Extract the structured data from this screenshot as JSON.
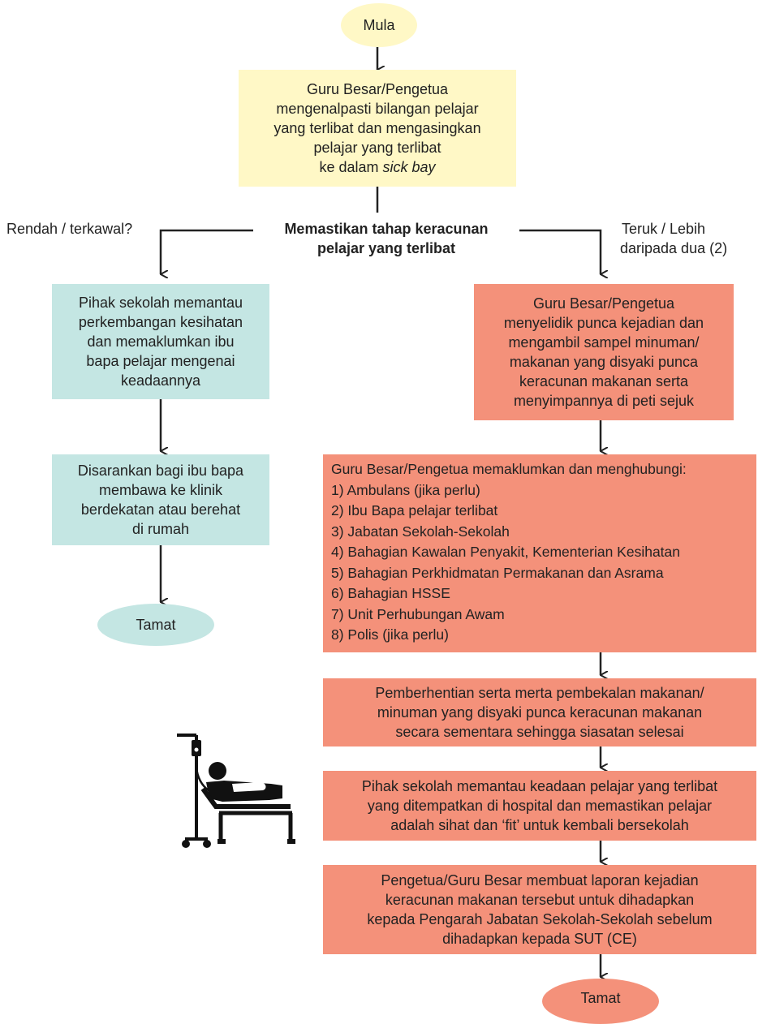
{
  "start": "Mula",
  "step1": [
    "Guru Besar/Pengetua",
    "mengenalpasti bilangan pelajar",
    "yang terlibat dan mengasingkan",
    "pelajar yang terlibat"
  ],
  "step1_last_prefix": "ke dalam ",
  "step1_last_italic": "sick bay",
  "decision": [
    "Memastikan tahap keracunan",
    "pelajar yang terlibat"
  ],
  "left_condition": "Rendah / terkawal?",
  "right_condition": [
    "Teruk / Lebih",
    "daripada dua (2)"
  ],
  "left": {
    "monitor": [
      "Pihak sekolah memantau",
      "perkembangan kesihatan",
      "dan memaklumkan ibu",
      "bapa pelajar mengenai",
      "keadaannya"
    ],
    "advice": [
      "Disarankan bagi ibu bapa",
      "membawa ke klinik",
      "berdekatan atau berehat",
      "di rumah"
    ],
    "end": "Tamat"
  },
  "right": {
    "investigate": [
      "Guru Besar/Pengetua",
      "menyelidik punca kejadian dan",
      "mengambil sampel minuman/",
      "makanan yang disyaki punca",
      "keracunan makanan serta",
      "menyimpannya di peti sejuk"
    ],
    "notify_title": "Guru Besar/Pengetua memaklumkan dan menghubungi:",
    "notify_items": [
      "1)  Ambulans (jika perlu)",
      "2)  Ibu Bapa pelajar terlibat",
      "3)  Jabatan Sekolah-Sekolah",
      "4)  Bahagian Kawalan Penyakit, Kementerian Kesihatan",
      "5) Bahagian Perkhidmatan Permakanan dan Asrama",
      "6) Bahagian HSSE",
      "7) Unit Perhubungan Awam",
      "8) Polis (jika perlu)"
    ],
    "stop": [
      "Pemberhentian serta merta pembekalan makanan/",
      "minuman yang disyaki punca keracunan makanan",
      "secara sementara sehingga siasatan selesai"
    ],
    "hospital": [
      "Pihak sekolah memantau keadaan pelajar yang terlibat",
      "yang ditempatkan di hospital dan memastikan pelajar",
      "adalah sihat dan ‘fit’ untuk kembali bersekolah"
    ],
    "report": [
      "Pengetua/Guru Besar membuat laporan kejadian",
      "keracunan makanan tersebut untuk dihadapkan",
      "kepada Pengarah Jabatan Sekolah-Sekolah sebelum",
      "dihadapkan kepada SUT (CE)"
    ],
    "end": "Tamat"
  },
  "icons": [
    "hospital-bed-icon"
  ],
  "colors": {
    "start": "#fff8c6",
    "left_branch": "#c4e6e3",
    "right_branch": "#f4917a",
    "line": "#222222"
  }
}
